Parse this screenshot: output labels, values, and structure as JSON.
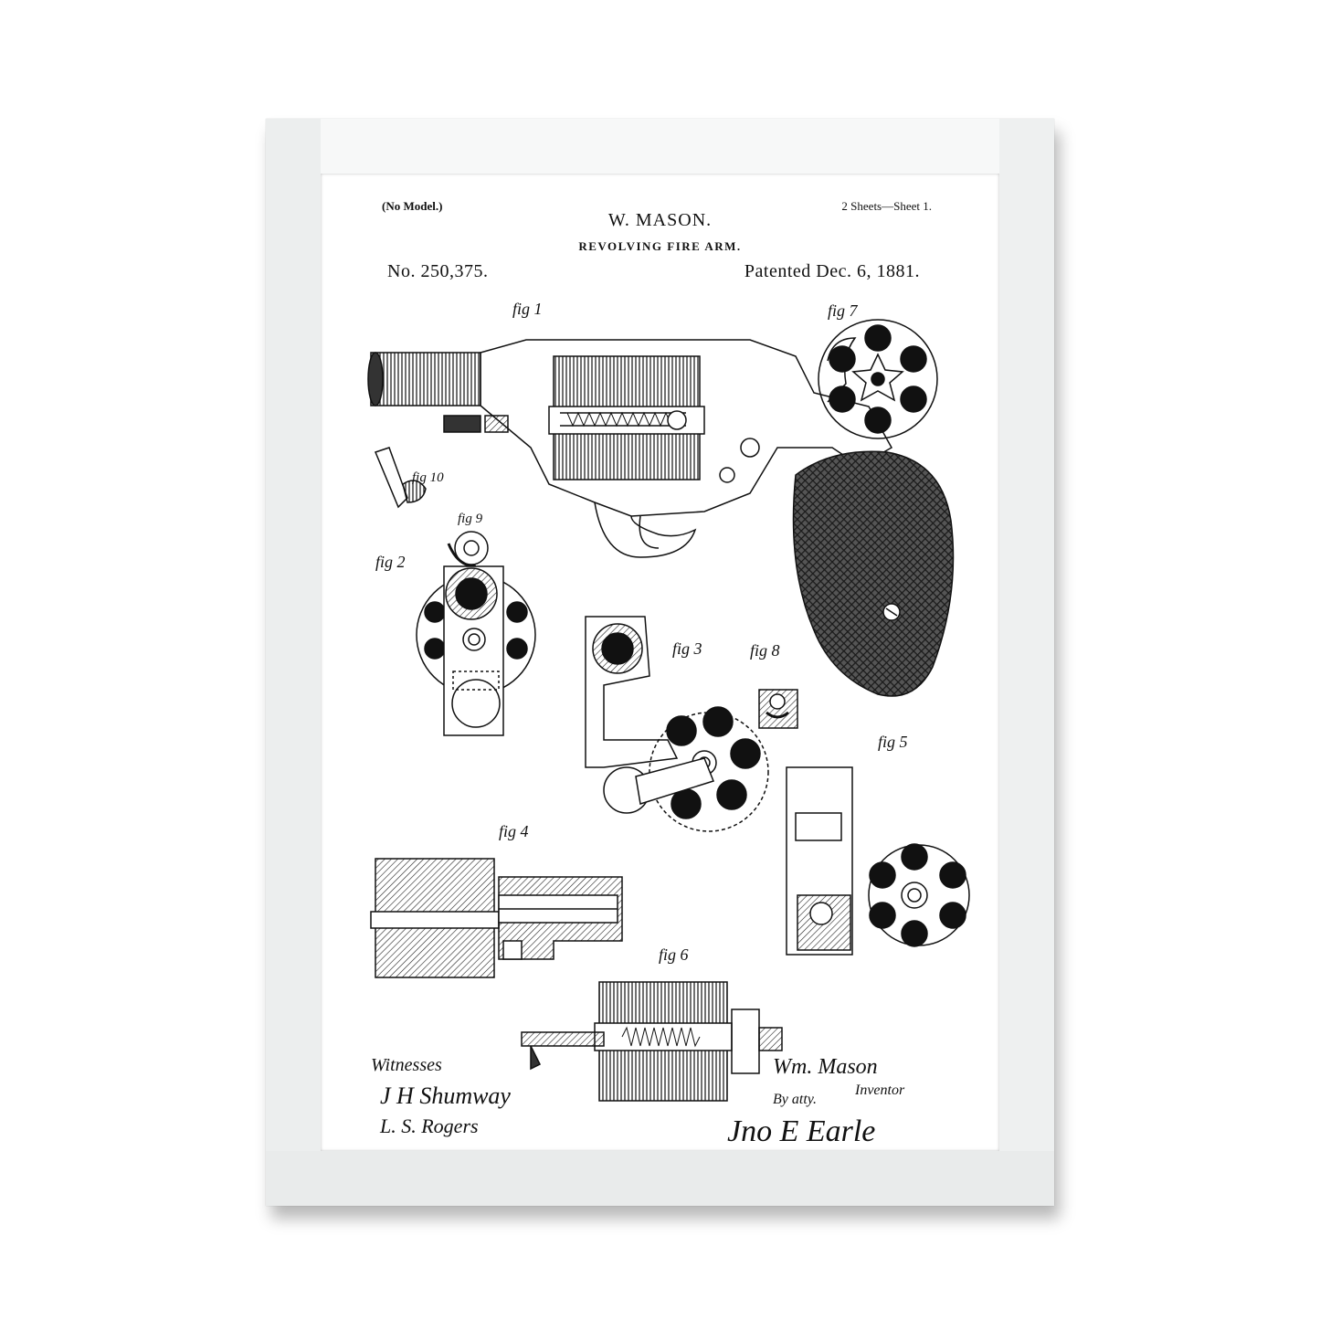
{
  "patent": {
    "no_model": "(No Model.)",
    "sheets": "2 Sheets—Sheet 1.",
    "inventor": "W. MASON.",
    "title": "REVOLVING FIRE ARM.",
    "number": "No. 250,375.",
    "patented": "Patented Dec. 6, 1881."
  },
  "figures": {
    "fig1": "fig 1",
    "fig2": "fig 2",
    "fig3": "fig 3",
    "fig4": "fig 4",
    "fig5": "fig 5",
    "fig6": "fig 6",
    "fig7": "fig 7",
    "fig8": "fig 8",
    "fig9": "fig 9",
    "fig10": "fig 10"
  },
  "signatures": {
    "witnesses_label": "Witnesses",
    "witness1": "J H Shumway",
    "witness2": "L. S. Rogers",
    "inventor_sig": "Wm. Mason",
    "inventor_label": "Inventor",
    "by_atty": "By atty.",
    "attorney_sig": "Jno E Earle"
  },
  "colors": {
    "frame": "#f3f4f4",
    "paper": "#ffffff",
    "ink": "#111111"
  }
}
